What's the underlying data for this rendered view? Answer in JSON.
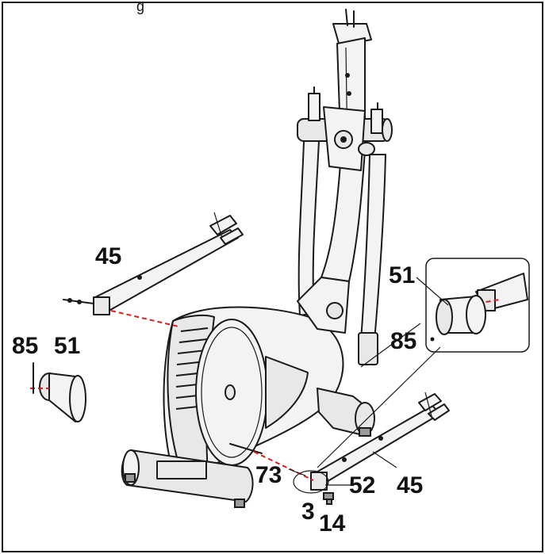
{
  "top_label": "g",
  "callouts": {
    "rear_stabilizer": "45",
    "front_stabilizer": "45",
    "end_cap_left": "51",
    "screw_left": "85",
    "end_cap_inset": "51",
    "screw_inset": "85",
    "bolt": "73",
    "washer": "52",
    "nut_3": "3",
    "nut_14": "14"
  },
  "colors": {
    "line": "#1a1a1a",
    "guide": "#d42020",
    "part_fill": "#e8e8e8"
  }
}
